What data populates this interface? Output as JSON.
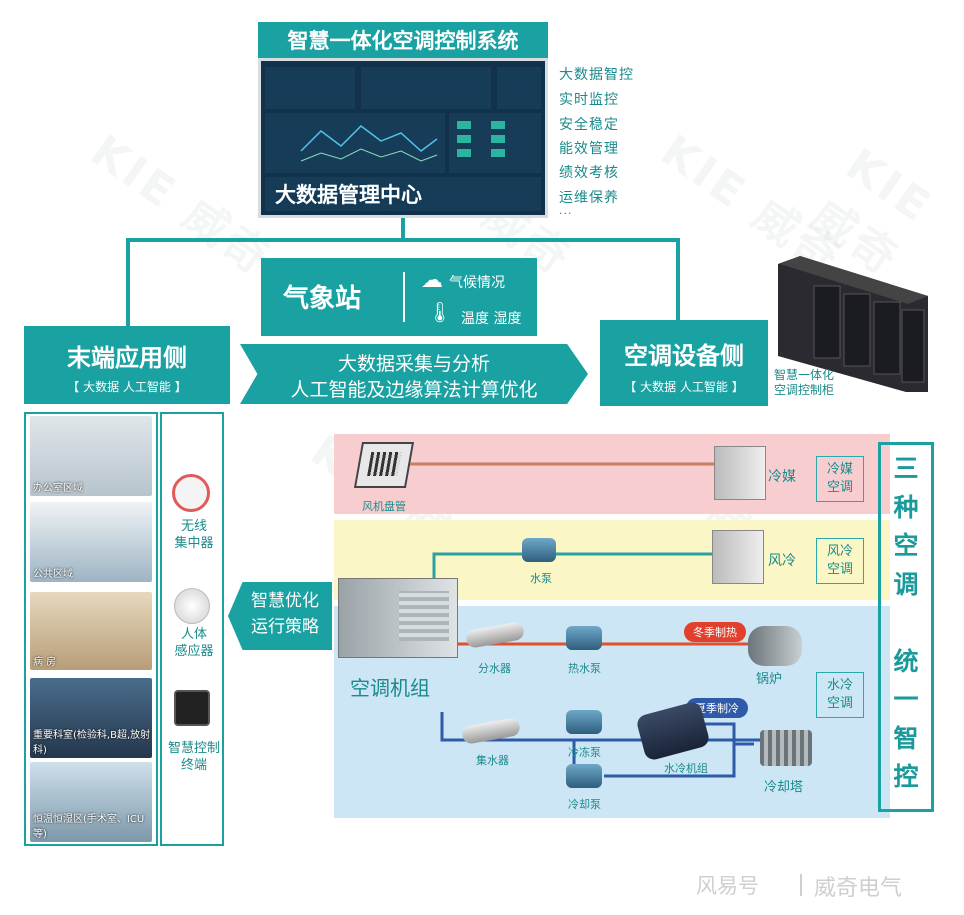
{
  "header": {
    "title": "智慧一体化空调控制系统",
    "dashboard_caption": "大数据管理中心"
  },
  "features": [
    "大数据智控",
    "实时监控",
    "安全稳定",
    "能效管理",
    "绩效考核",
    "运维保养",
    "..."
  ],
  "weather": {
    "title": "气象站",
    "item1": "气候情况",
    "item2": "温度 湿度"
  },
  "left_box": {
    "title": "末端应用侧",
    "subtitle": "【 大数据   人工智能 】"
  },
  "right_box": {
    "title": "空调设备侧",
    "subtitle": "【 大数据   人工智能 】"
  },
  "banner": {
    "line1": "大数据采集与分析",
    "line2": "人工智能及边缘算法计算优化"
  },
  "cabinet_label": "智慧一体化\n空调控制柜",
  "photos": [
    "办公室区域",
    "公共区域",
    "病  房",
    "重要科室(检验科,B超,放射科)",
    "恒温恒湿区(手术室、ICU等)"
  ],
  "devices": [
    "无线\n集中器",
    "人体\n感应器",
    "智慧控制\n终端"
  ],
  "strategy": "智慧优化\n运行策略",
  "unit_label": "空调机组",
  "equipment": {
    "fan_coil": "风机盘管",
    "refrigerant": "冷媒",
    "water_pump": "水泵",
    "air_cooled": "风冷",
    "distributor": "分水器",
    "hot_pump": "热水泵",
    "boiler": "锅炉",
    "collector": "集水器",
    "chilled_pump": "冷冻泵",
    "chiller": "水冷机组",
    "cooling_pump": "冷却泵",
    "cooling_tower": "冷却塔"
  },
  "tags": {
    "winter": "冬季制热",
    "summer": "夏季制冷"
  },
  "side_labels": {
    "refrigerant_ac": "冷媒\n空调",
    "air_ac": "风冷\n空调",
    "water_ac": "水冷\n空调"
  },
  "vertical_title": "三\n种\n空\n调\n \n统\n一\n智\n控",
  "footer": {
    "source": "风易号",
    "brand": "威奇电气"
  },
  "watermark": "KIE 威奇",
  "colors": {
    "teal": "#1aa1a1",
    "pink": "#f7cdd0",
    "yellow": "#fbf6c6",
    "blue": "#cde6f5"
  }
}
